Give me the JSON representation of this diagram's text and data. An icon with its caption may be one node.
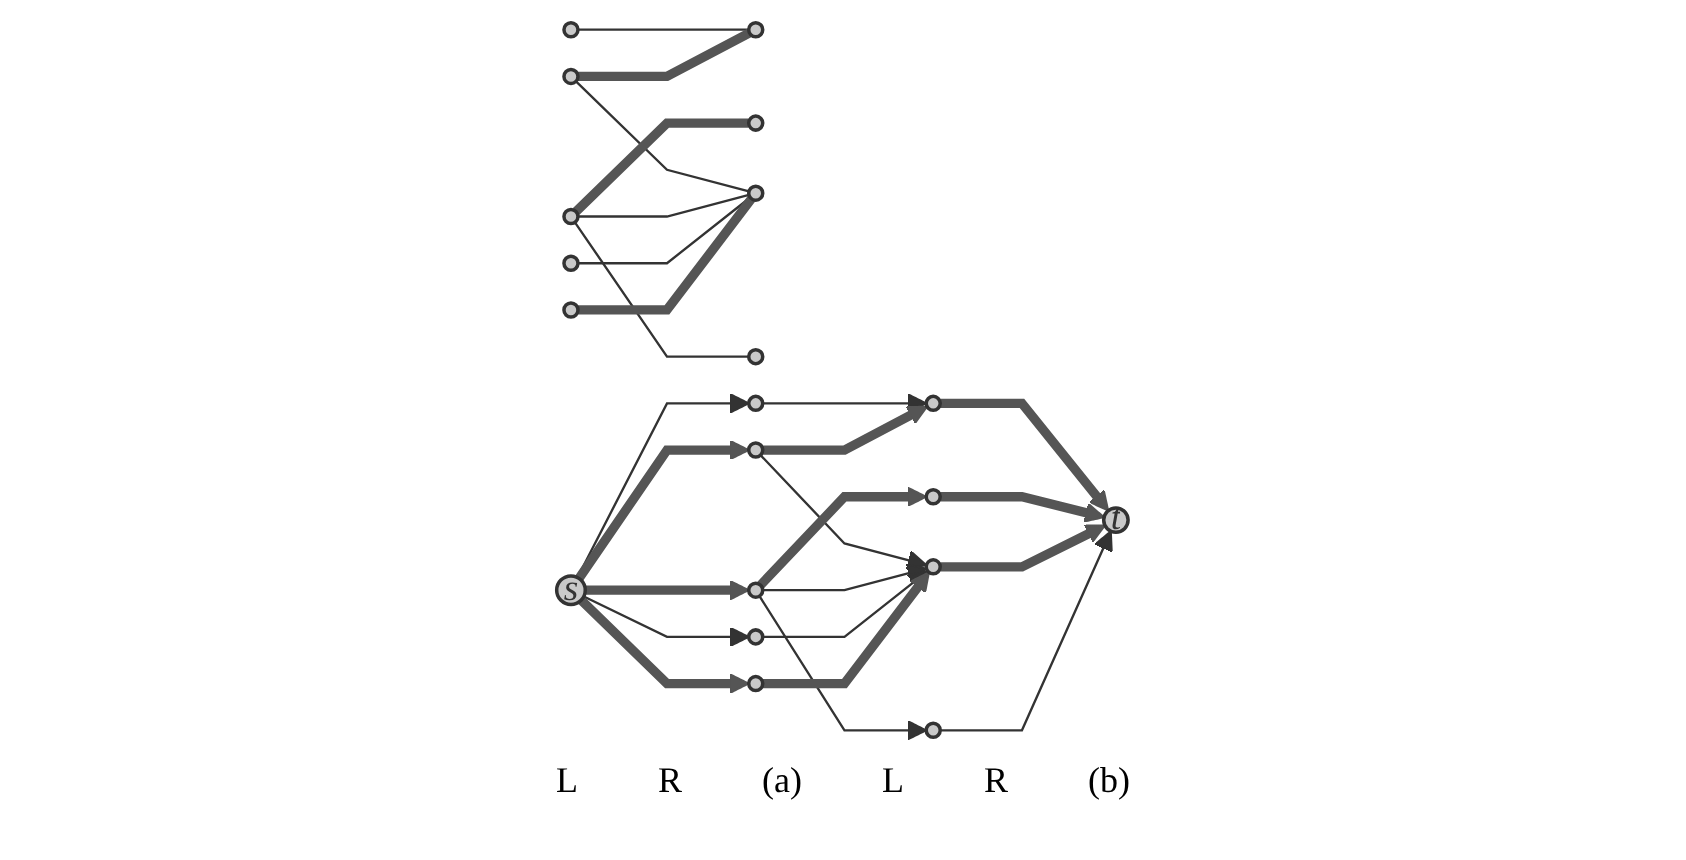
{
  "diagram": {
    "nodes": [
      {
        "text": [],
        "shape": "circle"
      },
      {
        "text": [],
        "shape": "circle"
      },
      {
        "text": [],
        "shape": "circle"
      },
      {
        "text": [],
        "shape": "circle"
      },
      {
        "text": [],
        "shape": "circle"
      },
      {
        "text": [],
        "shape": "circle"
      },
      {
        "text": [],
        "shape": "circle"
      },
      {
        "text": [],
        "shape": "circle"
      },
      {
        "text": [],
        "shape": "circle"
      },
      {
        "text": [
          "s"
        ]
      },
      {
        "text": [],
        "shape": "circle"
      },
      {
        "text": [],
        "shape": "circle"
      },
      {
        "text": [],
        "shape": "circle"
      },
      {
        "text": [],
        "shape": "circle"
      },
      {
        "text": [],
        "shape": "circle"
      },
      {
        "text": [],
        "shape": "circle"
      },
      {
        "text": [],
        "shape": "circle"
      },
      {
        "text": [],
        "shape": "circle"
      },
      {
        "text": [],
        "shape": "circle"
      },
      {
        "text": [
          "t"
        ]
      }
    ],
    "edges": [
      {
        "from": 0,
        "to": 5,
        "arrow": "none"
      },
      {
        "from": 1,
        "to": 5,
        "arrow": "none",
        "style": "thick"
      },
      {
        "from": 1,
        "to": 7,
        "arrow": "none"
      },
      {
        "from": 2,
        "to": 6,
        "arrow": "none",
        "style": "thick"
      },
      {
        "from": 2,
        "to": 7,
        "arrow": "none"
      },
      {
        "from": 2,
        "to": 8,
        "arrow": "none"
      },
      {
        "from": 3,
        "to": 7,
        "arrow": "none"
      },
      {
        "from": 4,
        "to": 7,
        "arrow": "none",
        "style": "thick"
      },
      {
        "from": 9,
        "to": 10,
        "arrow": "to"
      },
      {
        "from": 9,
        "to": 11,
        "arrow": "to",
        "style": "thick"
      },
      {
        "from": 9,
        "to": 12,
        "arrow": "to",
        "style": "thick"
      },
      {
        "from": 9,
        "to": 13,
        "arrow": "to"
      },
      {
        "from": 9,
        "to": 14,
        "arrow": "to",
        "style": "thick"
      },
      {
        "from": 10,
        "to": 15,
        "arrow": "to"
      },
      {
        "from": 11,
        "to": 15,
        "arrow": "to",
        "style": "thick"
      },
      {
        "from": 11,
        "to": 17,
        "arrow": "to"
      },
      {
        "from": 12,
        "to": 16,
        "arrow": "to",
        "style": "thick"
      },
      {
        "from": 12,
        "to": 17,
        "arrow": "to"
      },
      {
        "from": 12,
        "to": 18,
        "arrow": "to"
      },
      {
        "from": 13,
        "to": 17,
        "arrow": "to"
      },
      {
        "from": 14,
        "to": 17,
        "arrow": "to",
        "style": "thick"
      },
      {
        "from": 15,
        "to": 19,
        "arrow": "to",
        "style": "thick"
      },
      {
        "from": 16,
        "to": 19,
        "arrow": "to",
        "style": "thick"
      },
      {
        "from": 17,
        "to": 19,
        "arrow": "to",
        "style": "thick"
      },
      {
        "from": 18,
        "to": 19,
        "arrow": "to"
      }
    ],
    "labels": [
      "L",
      "R",
      "(a)",
      "L",
      "R",
      "(b)"
    ]
  }
}
